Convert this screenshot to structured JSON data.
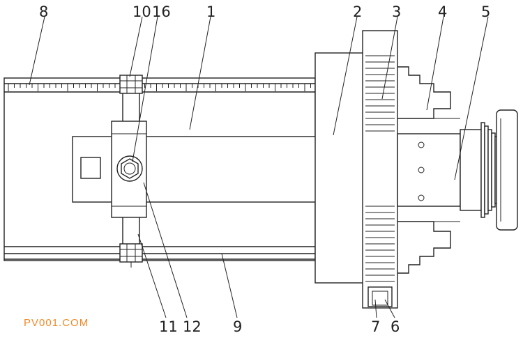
{
  "labels": {
    "l1": "1",
    "l2": "2",
    "l3": "3",
    "l4": "4",
    "l5": "5",
    "l6": "6",
    "l7": "7",
    "l8": "8",
    "l9": "9",
    "l10": "10",
    "l11": "11",
    "l12": "12",
    "l16": "16"
  },
  "watermark": "PV001.COM",
  "colors": {
    "line": "#222222",
    "watermark": "#f08a2a",
    "background": "#ffffff"
  }
}
